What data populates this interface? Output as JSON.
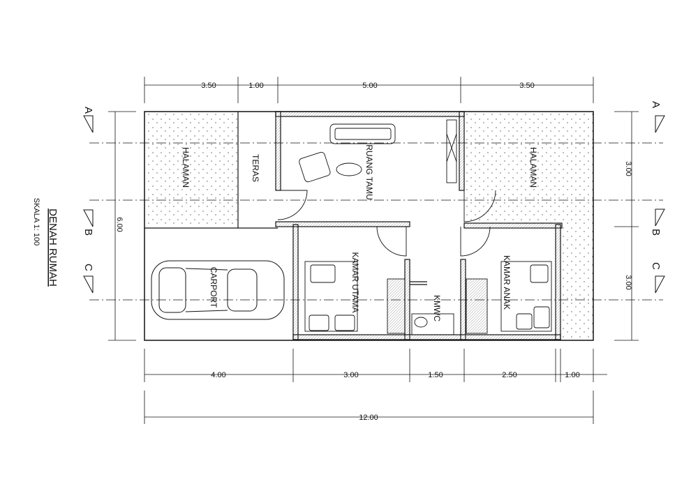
{
  "plan": {
    "title": "DENAH RUMAH",
    "scale": "SKALA 1: 100",
    "rooms": {
      "halaman_left": "HALAMAN",
      "teras": "TERAS",
      "ruang_tamu": "RUANG TAMU",
      "halaman_right": "HALAMAN",
      "carport": "CARPORT",
      "kamar_utama": "KAMAR UTAMA",
      "kmwc": "KMWC",
      "kamar_anak": "KAMAR ANAK"
    },
    "top_dims": [
      "3.50",
      "1.00",
      "5.00",
      "3.50"
    ],
    "bottom_dims": [
      "4.00",
      "3.00",
      "1.50",
      "2.50",
      "1.00"
    ],
    "total_dim": "12.00",
    "left_dim": "6.00",
    "right_dims": [
      "3.00",
      "3.00"
    ],
    "axis_labels": [
      "A",
      "B",
      "C"
    ]
  },
  "colors": {
    "line": "#111111",
    "hatch_dot": "#555555",
    "wall_fill": "#ffffff"
  }
}
